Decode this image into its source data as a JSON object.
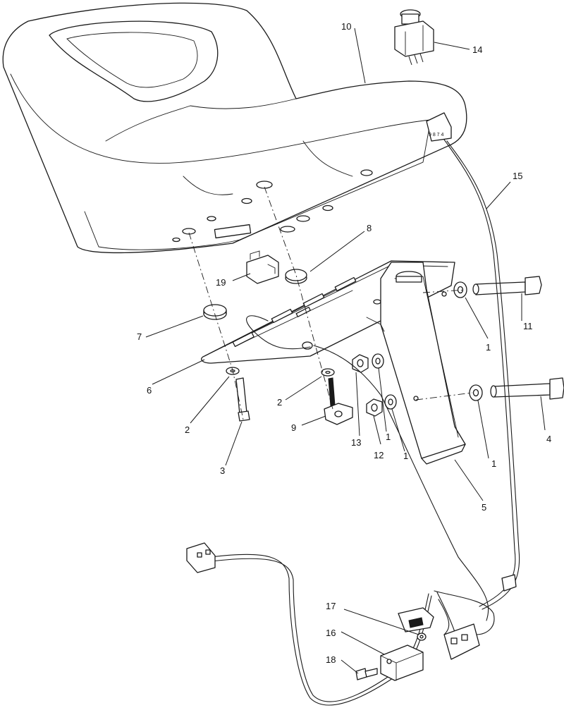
{
  "callouts": {
    "c1a": "1",
    "c1b": "1",
    "c1c": "1",
    "c1d": "1",
    "c2a": "2",
    "c2b": "2",
    "c3": "3",
    "c4": "4",
    "c5": "5",
    "c6": "6",
    "c7": "7",
    "c8": "8",
    "c9": "9",
    "c10": "10",
    "c11": "11",
    "c12": "12",
    "c13": "13",
    "c14": "14",
    "c15": "15",
    "c16": "16",
    "c17": "17",
    "c18": "18",
    "c19": "19"
  }
}
